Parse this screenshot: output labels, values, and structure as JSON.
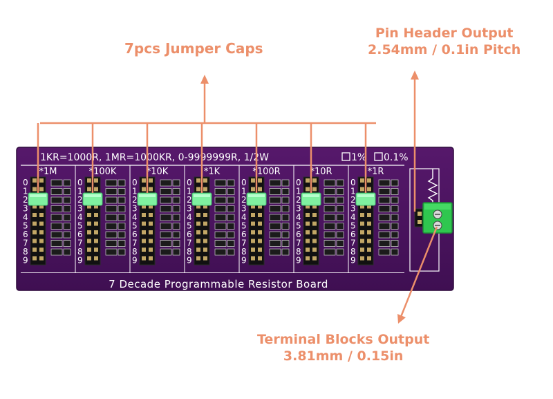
{
  "callouts": {
    "jumper_caps": "7pcs Jumper Caps",
    "pin_header_line1": "Pin Header Output",
    "pin_header_line2": "2.54mm / 0.1in Pitch",
    "terminal_line1": "Terminal Blocks  Output",
    "terminal_line2": "3.81mm / 0.15in"
  },
  "board": {
    "top_text": "1KR=1000R, 1MR=1000KR, 0-9999999R, 1/2W",
    "tol1": "1%",
    "tol2": "0.1%",
    "bottom_text": "7 Decade Programmable Resistor Board",
    "decades": [
      {
        "label": "*1M",
        "jumper": 2
      },
      {
        "label": "*100K",
        "jumper": 2
      },
      {
        "label": "*10K",
        "jumper": 2
      },
      {
        "label": "*1K",
        "jumper": 2
      },
      {
        "label": "*100R",
        "jumper": 2
      },
      {
        "label": "*10R",
        "jumper": 2
      },
      {
        "label": "*1R",
        "jumper": 2
      }
    ],
    "digits": [
      "0",
      "1",
      "2",
      "3",
      "4",
      "5",
      "6",
      "7",
      "8",
      "9"
    ]
  },
  "colors": {
    "pcb": "#4a145e",
    "pcb_edge": "#3a0d4c",
    "silkscreen": "#ffffff",
    "jumper": "#7ff0a0",
    "terminal": "#2fc74f",
    "callout": "#ec8f6a"
  }
}
